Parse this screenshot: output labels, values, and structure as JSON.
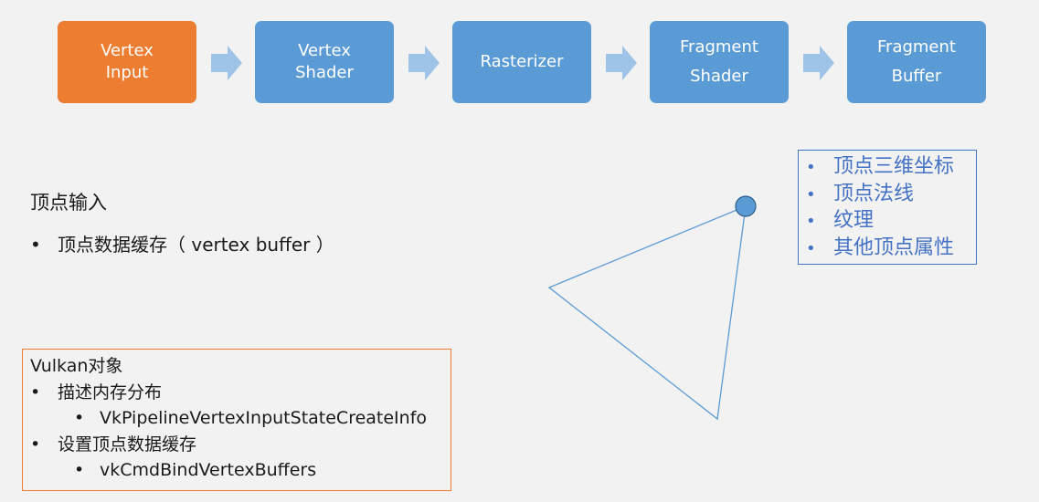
{
  "pipeline": {
    "stages": [
      {
        "line1": "Vertex",
        "line2": "Input"
      },
      {
        "line1": "Vertex",
        "line2": "Shader"
      },
      {
        "line1": "Rasterizer",
        "line2": ""
      },
      {
        "line1": "Fragment",
        "line2": "Shader"
      },
      {
        "line1": "Fragment",
        "line2": "Buffer"
      }
    ],
    "colors": {
      "active": "#ed7d31",
      "inactive": "#5b9bd5",
      "arrow": "#9dc3e6"
    }
  },
  "section": {
    "title": "顶点输入",
    "bullet": "顶点数据缓存（ vertex buffer ）"
  },
  "attributes": {
    "items": [
      "顶点三维坐标",
      "顶点法线",
      "纹理",
      "其他顶点属性"
    ],
    "color": "#4472c4"
  },
  "vulkan": {
    "title": "Vulkan对象",
    "items": [
      {
        "label": "描述内存分布",
        "sub": "VkPipelineVertexInputStateCreateInfo"
      },
      {
        "label": "设置顶点数据缓存",
        "sub": "vkCmdBindVertexBuffers"
      }
    ],
    "border_color": "#ed7d31"
  },
  "triangle": {
    "stroke": "#5b9bd5",
    "vertex_fill": "#5b9bd5"
  },
  "bullet_char": "•"
}
